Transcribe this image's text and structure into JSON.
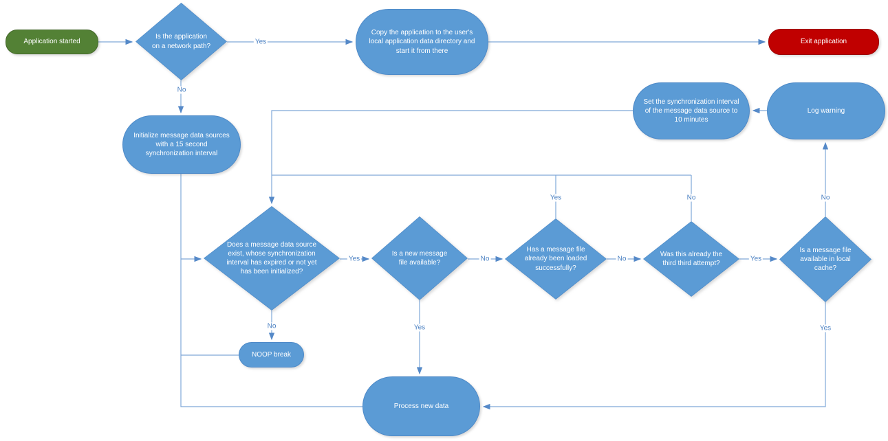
{
  "diagram": {
    "colors": {
      "start_fill": "#538135",
      "process_fill": "#5B9BD5",
      "end_fill": "#C00000",
      "connector": "#7FA8D8",
      "edge_label_text": "#4A80C2",
      "node_text": "#FFFFFF"
    },
    "nodes": {
      "start": {
        "type": "start",
        "label": "Application started"
      },
      "network_path": {
        "type": "decision",
        "label": "Is the application on a network path?"
      },
      "copy_app": {
        "type": "process",
        "label": "Copy the application to the user's local application data directory and start it from there"
      },
      "exit_app": {
        "type": "end",
        "label": "Exit application"
      },
      "init_sources": {
        "type": "process",
        "label": "Initialize message data sources with a 15 second synchronization interval"
      },
      "set_sync": {
        "type": "process",
        "label": "Set the synchronization interval of the message data source to 10 minutes"
      },
      "log_warning": {
        "type": "process",
        "label": "Log warning"
      },
      "source_exists": {
        "type": "decision",
        "label": "Does a message data source exist, whose synchronization interval has expired or not yet has been initialized?"
      },
      "new_file": {
        "type": "decision",
        "label": "Is a new message file available?"
      },
      "already_loaded": {
        "type": "decision",
        "label": "Has a message file already been loaded successfully?"
      },
      "third_attempt": {
        "type": "decision",
        "label": "Was this already the third third attempt?"
      },
      "local_cache": {
        "type": "decision",
        "label": "Is a message file available in local cache?"
      },
      "noop": {
        "type": "process",
        "label": "NOOP break"
      },
      "process_data": {
        "type": "process",
        "label": "Process new data"
      }
    },
    "edge_labels": {
      "network_yes": "Yes",
      "network_no": "No",
      "exists_yes": "Yes",
      "exists_no": "No",
      "newfile_no": "No",
      "newfile_yes": "Yes",
      "loaded_no": "No",
      "loaded_yes": "Yes",
      "third_yes": "Yes",
      "third_no": "No",
      "cache_no": "No",
      "cache_yes": "Yes"
    }
  }
}
